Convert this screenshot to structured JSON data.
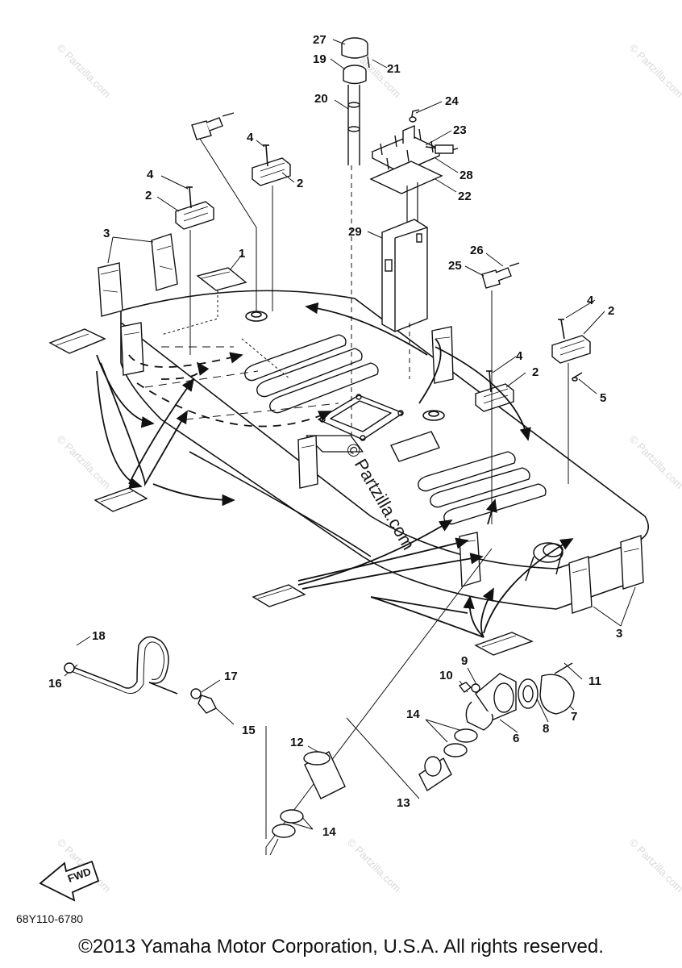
{
  "diagram": {
    "callouts": [
      {
        "id": "c27",
        "text": "27"
      },
      {
        "id": "c19",
        "text": "19"
      },
      {
        "id": "c21",
        "text": "21"
      },
      {
        "id": "c20",
        "text": "20"
      },
      {
        "id": "c24",
        "text": "24"
      },
      {
        "id": "c23",
        "text": "23"
      },
      {
        "id": "c28",
        "text": "28"
      },
      {
        "id": "c22",
        "text": "22"
      },
      {
        "id": "c29",
        "text": "29"
      },
      {
        "id": "c26",
        "text": "26"
      },
      {
        "id": "c25",
        "text": "25"
      },
      {
        "id": "c4a",
        "text": "4"
      },
      {
        "id": "c2a",
        "text": "2"
      },
      {
        "id": "c4b",
        "text": "4"
      },
      {
        "id": "c2b",
        "text": "2"
      },
      {
        "id": "c3a",
        "text": "3"
      },
      {
        "id": "c1",
        "text": "1"
      },
      {
        "id": "c4c",
        "text": "4"
      },
      {
        "id": "c2c",
        "text": "2"
      },
      {
        "id": "c5",
        "text": "5"
      },
      {
        "id": "c4d",
        "text": "4"
      },
      {
        "id": "c2d",
        "text": "2"
      },
      {
        "id": "c3b",
        "text": "3"
      },
      {
        "id": "c18",
        "text": "18"
      },
      {
        "id": "c16",
        "text": "16"
      },
      {
        "id": "c17",
        "text": "17"
      },
      {
        "id": "c15",
        "text": "15"
      },
      {
        "id": "c9",
        "text": "9"
      },
      {
        "id": "c10",
        "text": "10"
      },
      {
        "id": "c11",
        "text": "11"
      },
      {
        "id": "c14a",
        "text": "14"
      },
      {
        "id": "c6",
        "text": "6"
      },
      {
        "id": "c8",
        "text": "8"
      },
      {
        "id": "c7",
        "text": "7"
      },
      {
        "id": "c12",
        "text": "12"
      },
      {
        "id": "c13",
        "text": "13"
      },
      {
        "id": "c14b",
        "text": "14"
      }
    ],
    "fwd_label": "FWD",
    "watermark_center": "© Partzilla.com",
    "watermark_small": "© Partzilla.com"
  },
  "part_code": "68Y110-6780",
  "copyright": "©2013 Yamaha Motor Corporation, U.S.A. All rights reserved."
}
